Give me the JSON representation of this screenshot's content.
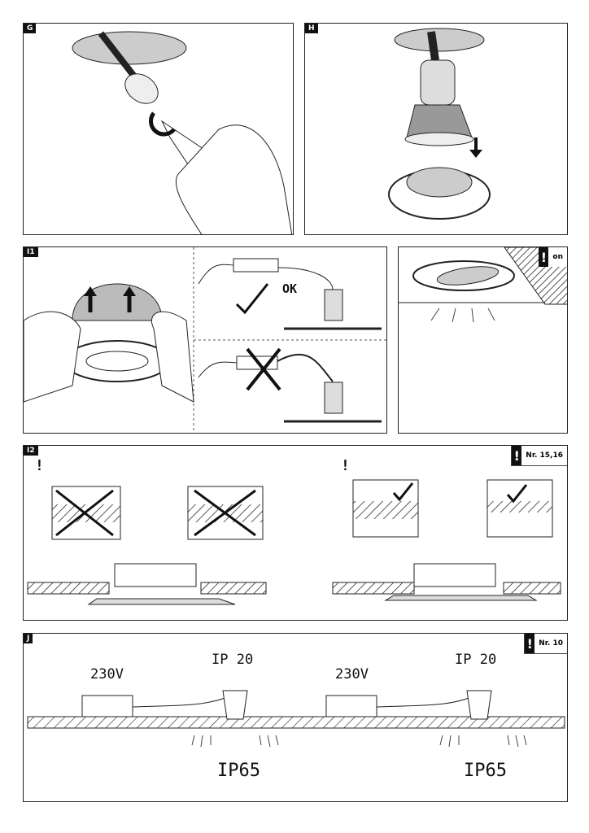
{
  "panels": {
    "g": {
      "label": "G"
    },
    "h": {
      "label": "H"
    },
    "i1": {
      "label": "I1",
      "ok_text": "OK"
    },
    "side": {
      "note": "on"
    },
    "i2": {
      "label": "I2",
      "note": "Nr. 15,16",
      "warn_left": "!",
      "warn_right": "!"
    },
    "j": {
      "label": "J",
      "note": "Nr. 10",
      "voltage_left": "230V",
      "voltage_right": "230V",
      "ip_top_left": "IP 20",
      "ip_top_right": "IP 20",
      "ip_bottom_left": "IP65",
      "ip_bottom_right": "IP65"
    }
  }
}
